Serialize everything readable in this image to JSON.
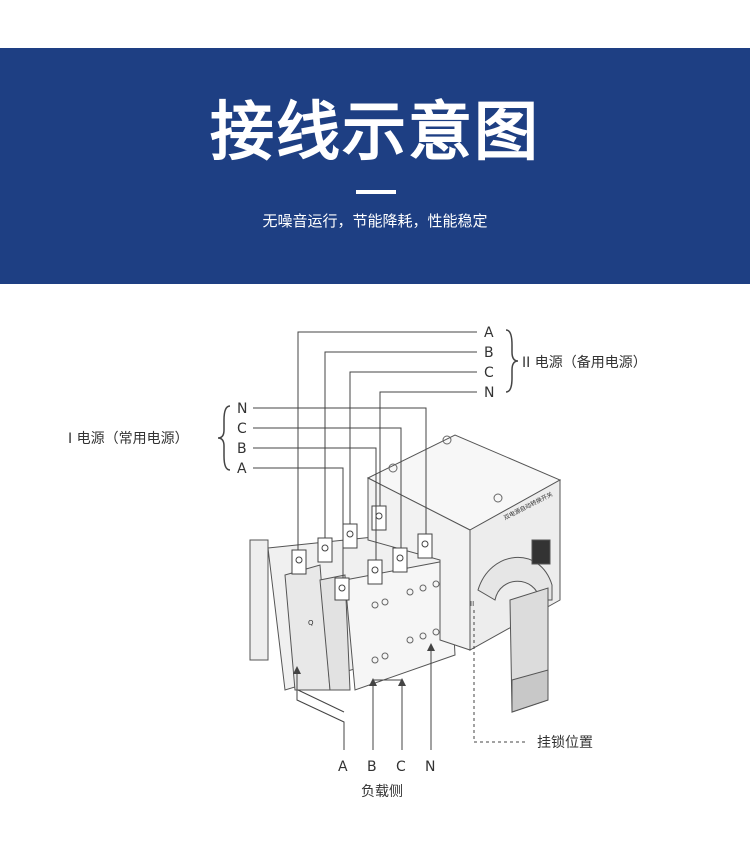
{
  "banner": {
    "title": "接线示意图",
    "subtitle": "无噪音运行，节能降耗，性能稳定",
    "background": "#1e3f83"
  },
  "diagram": {
    "source_ii": {
      "phases": [
        "A",
        "B",
        "C",
        "N"
      ],
      "label": "II 电源（备用电源）"
    },
    "source_i": {
      "phases": [
        "N",
        "C",
        "B",
        "A"
      ],
      "label": "I 电源（常用电源）"
    },
    "load": {
      "phases": [
        "A",
        "B",
        "C",
        "N"
      ],
      "label": "负载侧"
    },
    "lock_label": "挂锁位置",
    "device_nameplate": "双电源自动转换开关",
    "terminal_marks": [
      "Q",
      "II"
    ]
  }
}
